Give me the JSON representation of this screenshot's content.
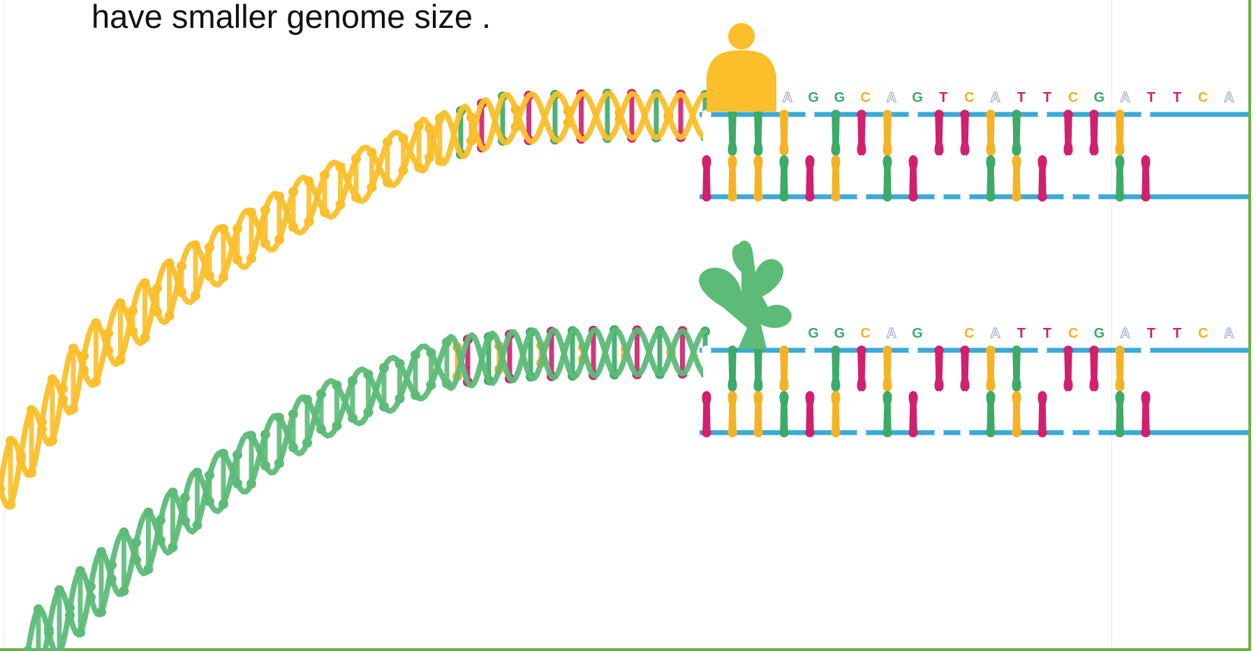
{
  "caption": "have smaller genome size .",
  "colors": {
    "human": "#FBBF2B",
    "plant": "#5DBB78",
    "backbone": "#3AAAD8",
    "A": "#FFFFFF",
    "C": "#F5B324",
    "G": "#3DAA68",
    "T": "#D0206E",
    "frame": "#6DB33F"
  },
  "icons": {
    "human": "person-silhouette-icon",
    "plant": "plant-silhouette-icon"
  },
  "strands": [
    {
      "name": "human",
      "letters": [
        "A",
        "G",
        "G",
        "C",
        "A",
        "G",
        "T",
        "C",
        "A",
        "T",
        "T",
        "C",
        "G",
        "A",
        "T",
        "T",
        "C",
        "A"
      ]
    },
    {
      "name": "plant",
      "letters": [
        "",
        "G",
        "G",
        "C",
        "A",
        "G",
        "",
        "C",
        "A",
        "T",
        "T",
        "C",
        "G",
        "A",
        "T",
        "T",
        "C",
        "A"
      ]
    }
  ]
}
